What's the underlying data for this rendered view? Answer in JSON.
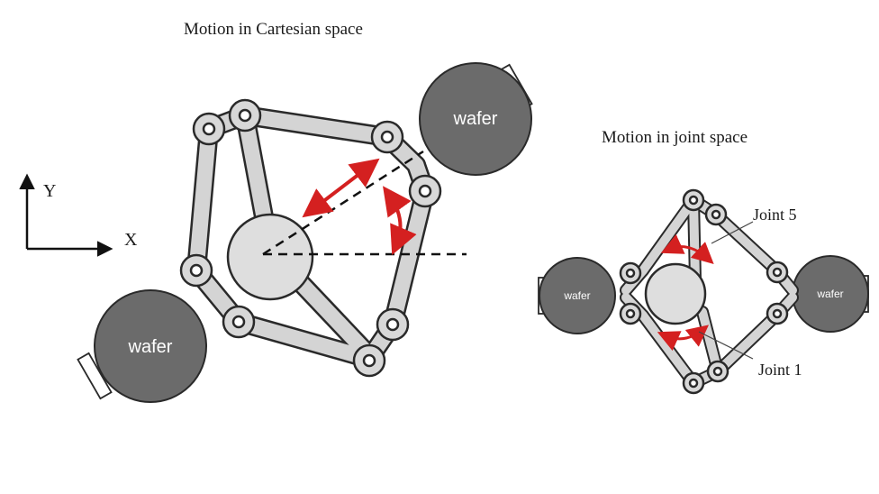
{
  "titles": {
    "cartesian": "Motion in Cartesian space",
    "joint": "Motion in joint space"
  },
  "axes": {
    "y": "Y",
    "x": "X"
  },
  "labels": {
    "wafer_large_top": "wafer",
    "wafer_large_bottom": "wafer",
    "wafer_small_left": "wafer",
    "wafer_small_right": "wafer",
    "joint5": "Joint 5",
    "joint1": "Joint 1"
  },
  "colors": {
    "arrow": "#d42020",
    "wafer": "#6b6b6b",
    "link": "#d4d4d4",
    "outline": "#2a2a2a"
  }
}
